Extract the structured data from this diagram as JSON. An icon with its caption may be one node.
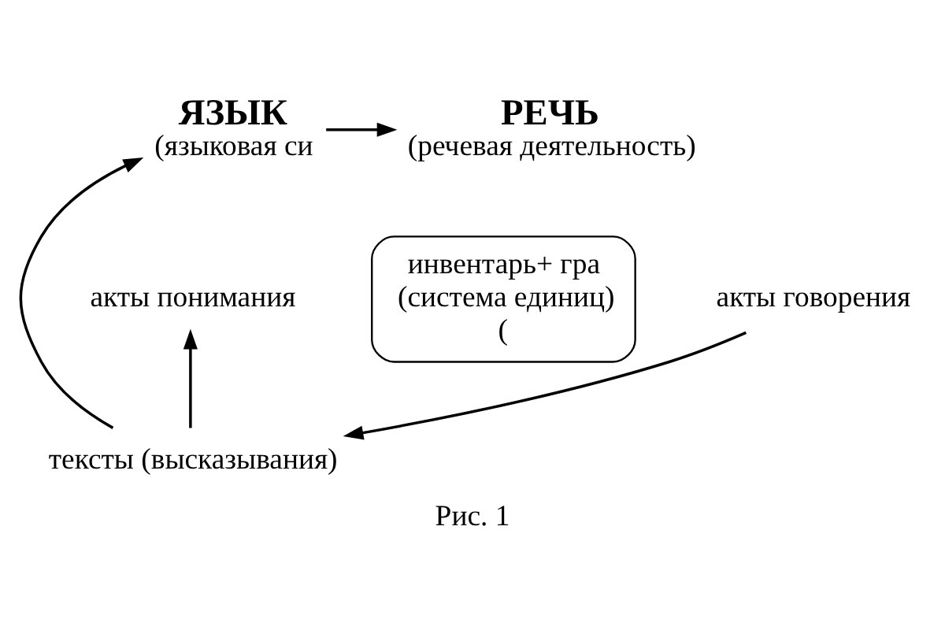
{
  "diagram": {
    "caption": "Рис. 1",
    "nodes": [
      {
        "text": [
          "РЕЧЬ",
          "(речевая деятельность)"
        ]
      },
      {
        "text": [
          "акты говорения"
        ]
      },
      {
        "text": [
          "акты понимания"
        ]
      },
      {
        "text": [
          "тексты (высказывания)"
        ]
      },
      {
        "text": [
          "ЯЗЫК",
          "(языковая си"
        ]
      },
      {
        "text": [
          "инвентарь+ гра",
          "(система единиц)",
          "("
        ]
      }
    ],
    "edges": [
      {
        "from": 4,
        "to": 0,
        "arrow": "to"
      },
      {
        "from": 1,
        "to": 3,
        "arrow": "to"
      },
      {
        "from": 3,
        "to": 2,
        "arrow": "to"
      },
      {
        "from": 3,
        "to": 4,
        "arrow": "to"
      }
    ]
  }
}
